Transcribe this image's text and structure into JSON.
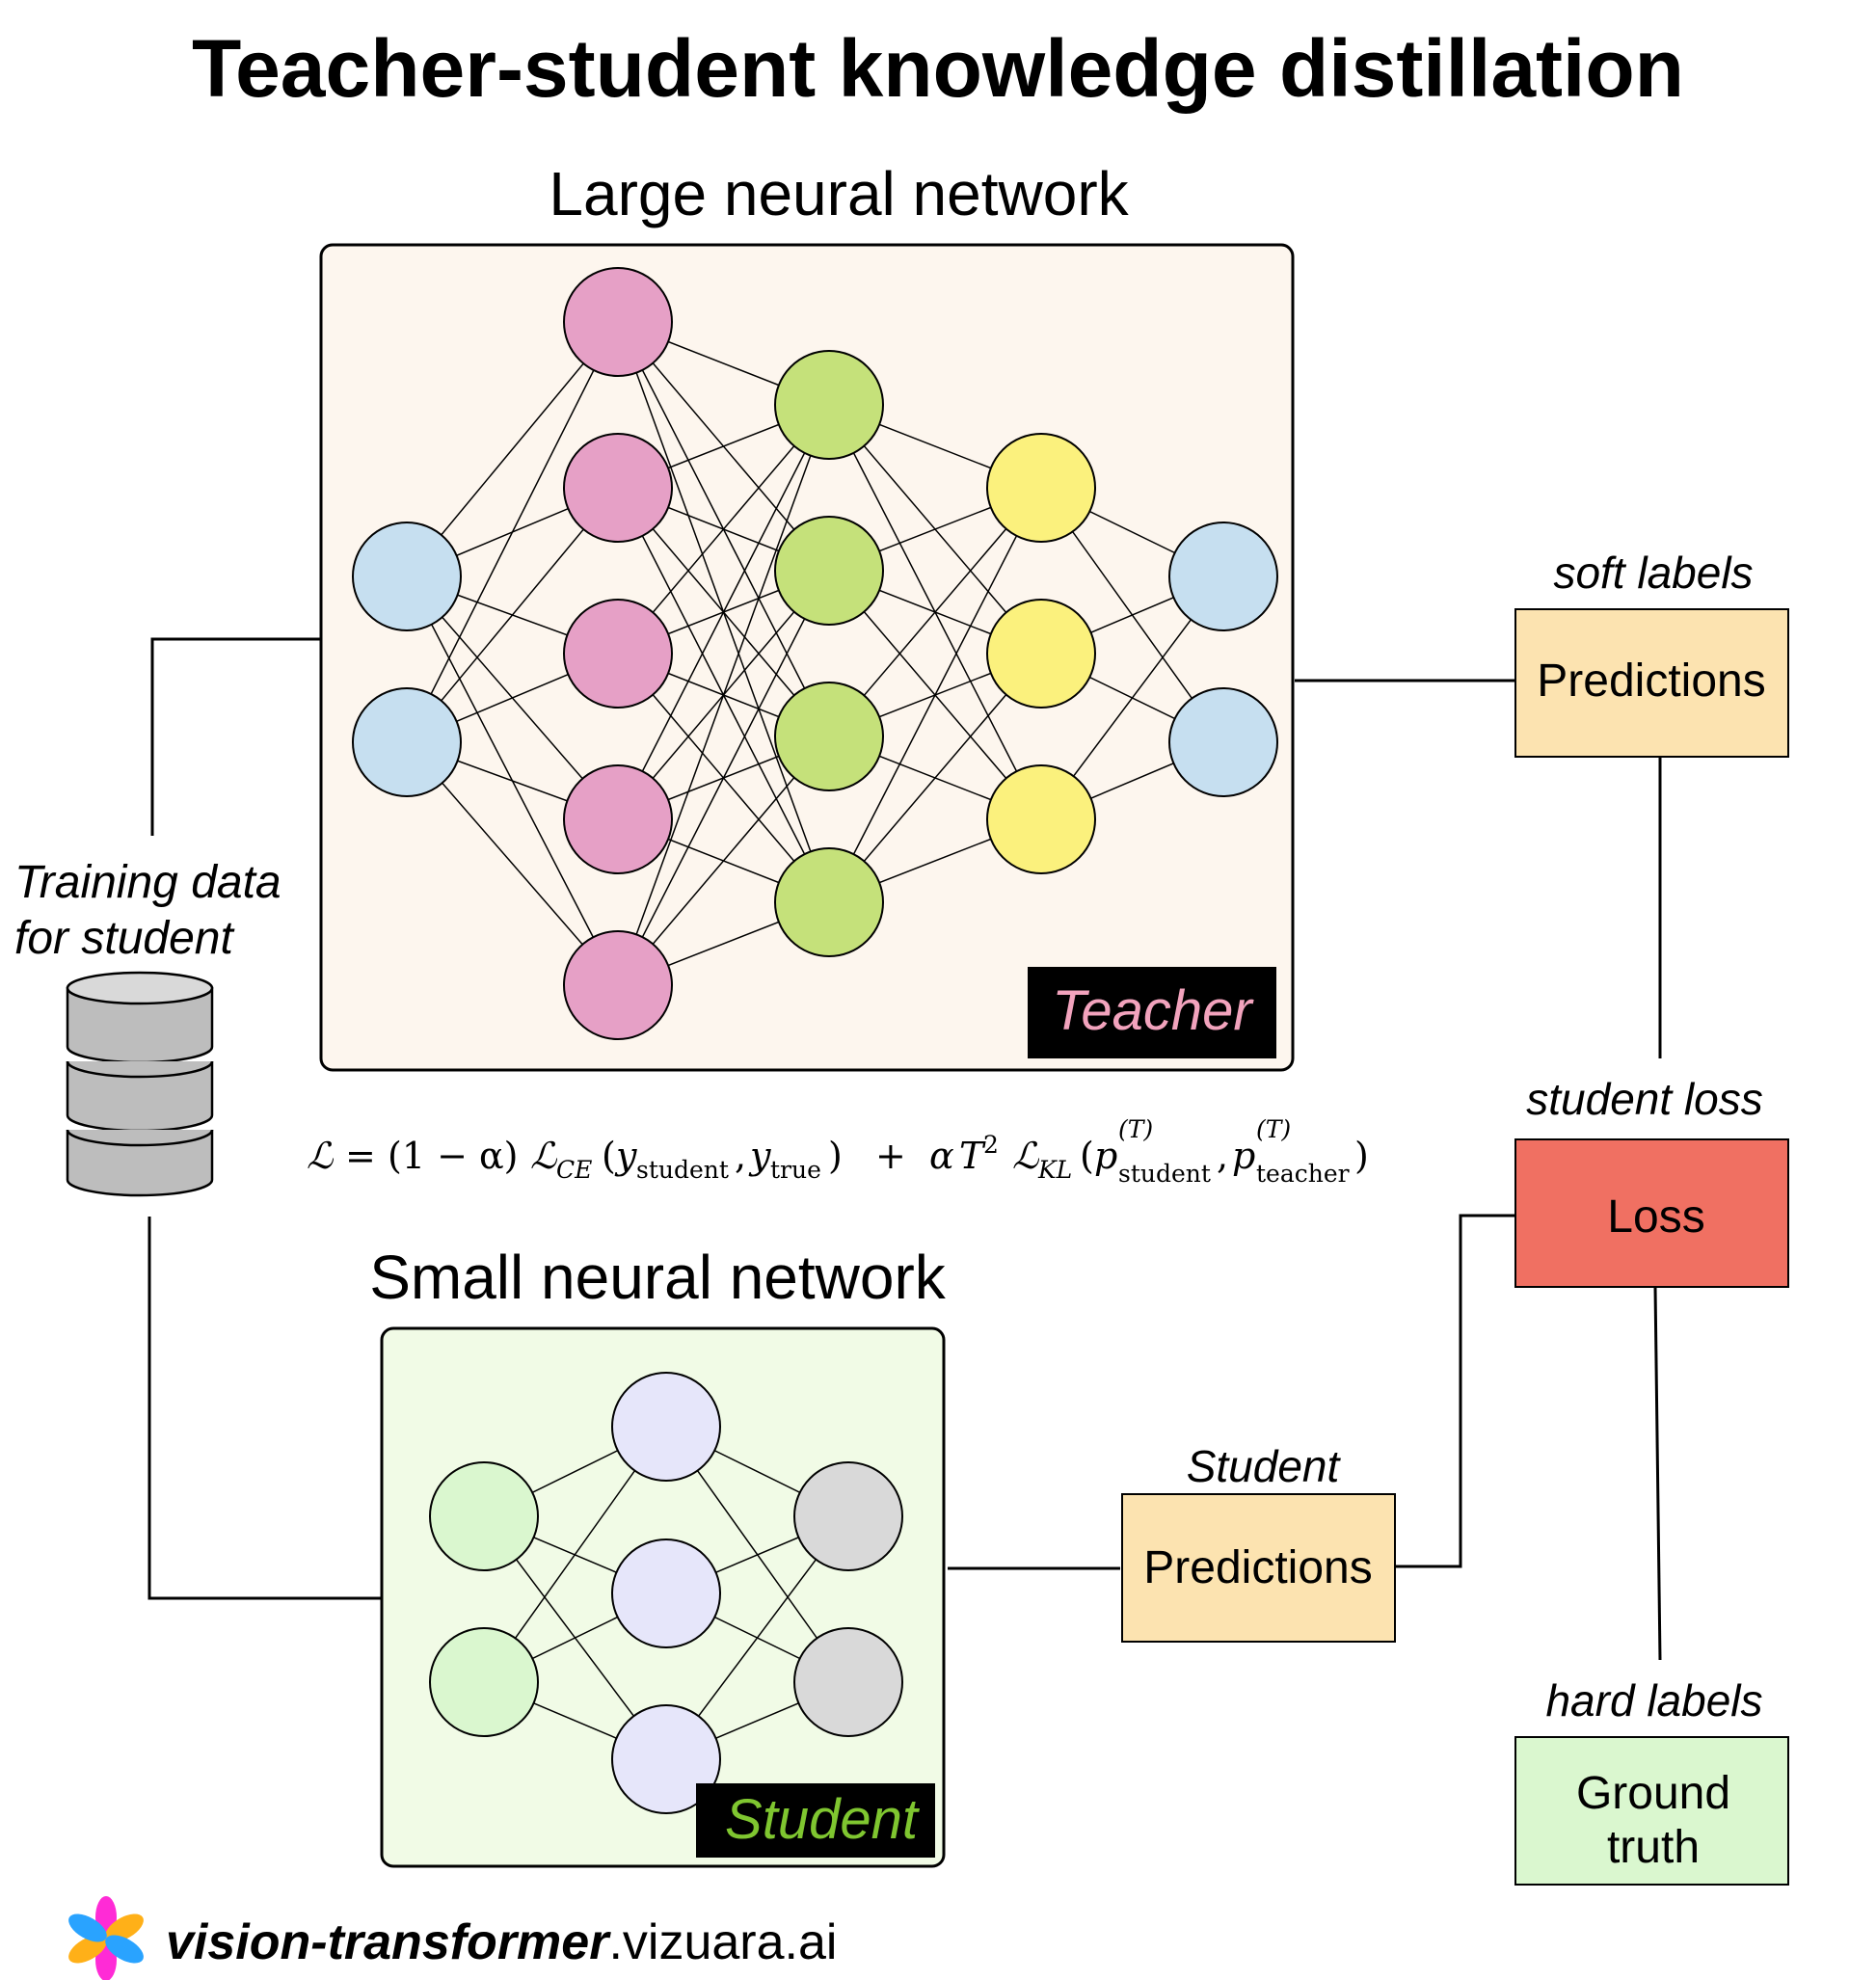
{
  "title": "Teacher-student knowledge distillation",
  "teacher": {
    "heading": "Large neural network",
    "badge": "Teacher",
    "colors": {
      "panel": "#fdf6ee",
      "input": "#c6dff0",
      "hidden1": "#e6a0c6",
      "hidden2": "#c5e17a",
      "hidden3": "#fbf17d",
      "output": "#c6dff0",
      "badge_text": "#f2a3bd"
    }
  },
  "student": {
    "heading": "Small neural network",
    "badge": "Student",
    "colors": {
      "panel": "#f1fbe6",
      "input": "#daf7cf",
      "hidden": "#e6e6fa",
      "output": "#d9d9d9",
      "badge_text": "#7fc630"
    }
  },
  "training_data": {
    "line1": "Training data",
    "line2": "for student"
  },
  "soft_predictions": {
    "caption": "soft labels",
    "label": "Predictions",
    "color": "#fce3b0"
  },
  "student_predictions": {
    "caption": "Student",
    "label": "Predictions",
    "color": "#fce3b0"
  },
  "loss": {
    "caption": "student loss",
    "label": "Loss",
    "color": "#f07062"
  },
  "ground_truth": {
    "caption": "hard labels",
    "line1": "Ground",
    "line2": "truth",
    "color": "#daf7cf"
  },
  "formula": {
    "L": "ℒ",
    "eq": "=",
    "factor": "(1 − α)",
    "L_ce": "ℒ",
    "sub_ce": "CE",
    "open": "(",
    "y1": "y",
    "y1_sub": "student",
    "comma": ",",
    "y2": "y",
    "y2_sub": "true",
    "close": ")",
    "plus": "+",
    "alpha": "α",
    "T": "T",
    "sq": "2",
    "L_kl": "ℒ",
    "sub_kl": "KL",
    "open2": "(",
    "p1": "p",
    "p1_sup": "(T)",
    "p1_sub": "student",
    "comma2": ",",
    "p2": "p",
    "p2_sup": "(T)",
    "p2_sub": "teacher",
    "close2": ")"
  },
  "footer": {
    "bold": "vision-transformer",
    "rest": ".vizuara.ai"
  }
}
